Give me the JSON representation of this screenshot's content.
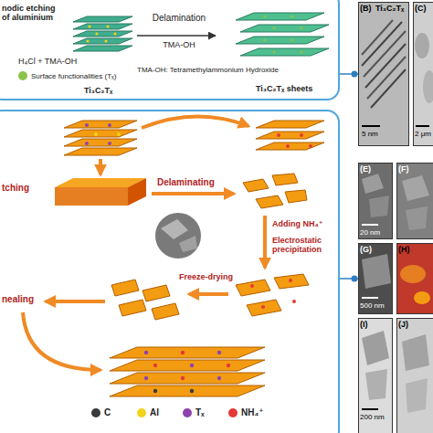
{
  "diagram": {
    "nodes": [
      {
        "text": [
          "nodic etching of aluminium",
          "H₄Cl + TMA-OH",
          "Delamination",
          "TMA-OH",
          "TMA-OH: Tetramethylammonium Hydroxide",
          "Ti₃C₂Tₓ",
          "Ti₃C₂Tₓ sheets"
        ]
      },
      {
        "text": [
          "(B)",
          "Ti₃C₂Tₓ",
          "5 nm"
        ]
      },
      {
        "text": [
          "(C)",
          "2 μm"
        ]
      },
      {
        "text": [
          "tching",
          "Delaminating",
          "Adding NH₄⁺",
          "Electrostatic precipitation",
          "Freeze-drying",
          "nealing"
        ]
      },
      {
        "text": [
          "(E)",
          "20 nm"
        ]
      },
      {
        "text": [
          "(F)"
        ]
      },
      {
        "text": [
          "(G)",
          "500 nm"
        ]
      },
      {
        "text": [
          "(H)"
        ]
      },
      {
        "text": [
          "(I)",
          "200 nm"
        ]
      },
      {
        "text": [
          "(J)"
        ]
      }
    ],
    "edges": [
      {
        "from": 0,
        "to": 1,
        "arrow": "none"
      },
      {
        "from": 3,
        "to": 6,
        "arrow": "none"
      }
    ],
    "legend": [
      {
        "text": "Surface functionalities (Tₓ)",
        "color": "#8bc34a"
      },
      {
        "text": "C",
        "color": "#3a3a3a"
      },
      {
        "text": "Al",
        "color": "#f2d21b"
      },
      {
        "text": "Tₓ",
        "color": "#8e44ad"
      },
      {
        "text": "NH₄⁺",
        "color": "#e53935"
      }
    ]
  }
}
